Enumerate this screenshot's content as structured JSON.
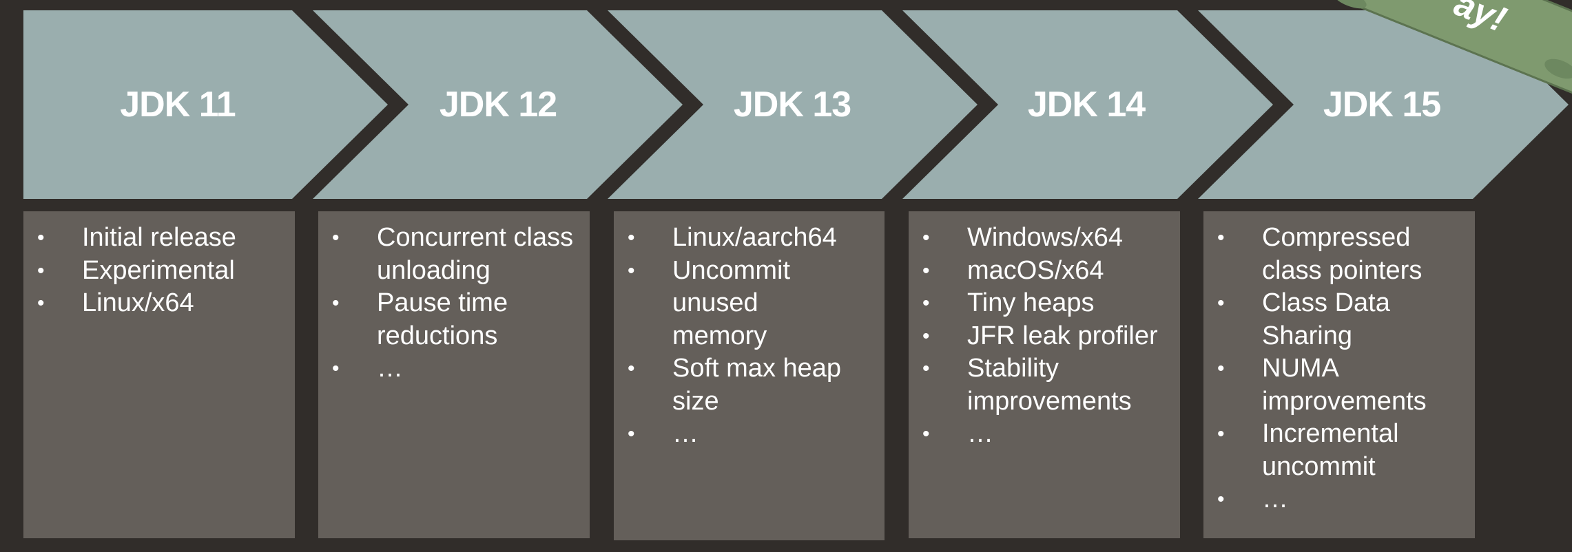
{
  "colors": {
    "background": "#312d2a",
    "chevron": "#9aaeae",
    "box": "#645f5a",
    "text": "#ffffff",
    "banner": "#7f9a6f"
  },
  "banner": {
    "text": "ay!"
  },
  "releases": [
    {
      "label": "JDK 11",
      "items": [
        "Initial release",
        "Experimental",
        "Linux/x64"
      ]
    },
    {
      "label": "JDK 12",
      "items": [
        "Concurrent class unloading",
        "Pause time reductions",
        "…"
      ]
    },
    {
      "label": "JDK 13",
      "items": [
        "Linux/aarch64",
        "Uncommit unused memory",
        "Soft max heap size",
        "…"
      ]
    },
    {
      "label": "JDK 14",
      "items": [
        "Windows/x64",
        "macOS/x64",
        "Tiny heaps",
        "JFR leak profiler",
        "Stability improvements",
        "…"
      ]
    },
    {
      "label": "JDK 15",
      "items": [
        "Compressed class pointers",
        "Class Data Sharing",
        "NUMA improvements",
        "Incremental uncommit",
        "…"
      ]
    }
  ]
}
